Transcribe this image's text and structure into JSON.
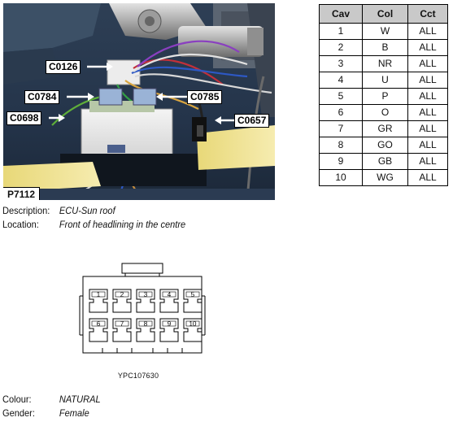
{
  "photo": {
    "ref": "P7112",
    "callouts": {
      "c0126": "C0126",
      "c0784": "C0784",
      "c0785": "C0785",
      "c0698": "C0698",
      "c0657": "C0657"
    }
  },
  "pin_table": {
    "headers": [
      "Cav",
      "Col",
      "Cct"
    ],
    "rows": [
      [
        "1",
        "W",
        "ALL"
      ],
      [
        "2",
        "B",
        "ALL"
      ],
      [
        "3",
        "NR",
        "ALL"
      ],
      [
        "4",
        "U",
        "ALL"
      ],
      [
        "5",
        "P",
        "ALL"
      ],
      [
        "6",
        "O",
        "ALL"
      ],
      [
        "7",
        "GR",
        "ALL"
      ],
      [
        "8",
        "GO",
        "ALL"
      ],
      [
        "9",
        "GB",
        "ALL"
      ],
      [
        "10",
        "WG",
        "ALL"
      ]
    ]
  },
  "description": {
    "label": "Description:",
    "value": "ECU-Sun roof"
  },
  "location": {
    "label": "Location:",
    "value": "Front of headlining in the centre"
  },
  "connector": {
    "part_number": "YPC107630",
    "cavities_top": [
      "1",
      "2",
      "3",
      "4",
      "5"
    ],
    "cavities_bottom": [
      "6",
      "7",
      "8",
      "9",
      "10"
    ]
  },
  "colour": {
    "label": "Colour:",
    "value": "NATURAL"
  },
  "gender": {
    "label": "Gender:",
    "value": "Female"
  }
}
